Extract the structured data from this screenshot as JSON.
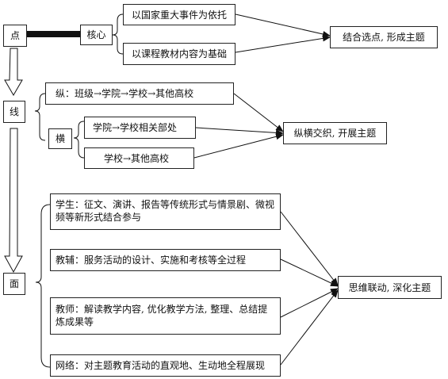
{
  "point": {
    "label": "点",
    "core": "核心",
    "items": [
      "以国家重大事件为依托",
      "以课程教材内容为基础"
    ],
    "result": "结合选点, 形成主题"
  },
  "line": {
    "label": "线",
    "vertical": "纵：班级→学院→学校→其他高校",
    "horizontal_label": "横",
    "horizontal_items": [
      "学院→学校相关部处",
      "学校→其他高校"
    ],
    "result": "纵横交织, 开展主题"
  },
  "surface": {
    "label": "面",
    "items": [
      "学生：征文、演讲、报告等传统形式与情景剧、微视频等新形式结合参与",
      "教辅：服务活动的设计、实施和考核等全过程",
      "教师：解读教学内容, 优化教学方法, 整理、总结提炼成果等",
      "网络：对主题教育活动的直观地、生动地全程展现"
    ],
    "result": "思维联动, 深化主题"
  }
}
